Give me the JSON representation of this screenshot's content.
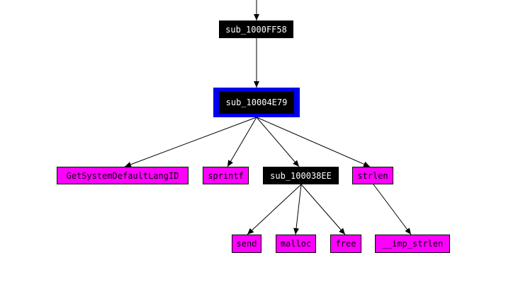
{
  "graph": {
    "colors": {
      "internal_bg": "#000000",
      "internal_text": "#ffffff",
      "import_bg": "#ff00ff",
      "import_text": "#000000",
      "selected_frame": "#0000ee",
      "edge": "#000000"
    },
    "nodes": {
      "sub_1000FF58": {
        "label": "sub_1000FF58",
        "kind": "internal"
      },
      "sub_10004E79": {
        "label": "sub_10004E79",
        "kind": "internal",
        "selected": true
      },
      "GetSystemDefaultLangID": {
        "label": "GetSystemDefaultLangID",
        "kind": "import"
      },
      "sprintf": {
        "label": "sprintf",
        "kind": "import"
      },
      "sub_100038EE": {
        "label": "sub_100038EE",
        "kind": "internal"
      },
      "strlen": {
        "label": "strlen",
        "kind": "import"
      },
      "send": {
        "label": "send",
        "kind": "import"
      },
      "malloc": {
        "label": "malloc",
        "kind": "import"
      },
      "free": {
        "label": "free",
        "kind": "import"
      },
      "__imp_strlen": {
        "label": "__imp_strlen",
        "kind": "import"
      }
    },
    "edges": [
      {
        "from": "offscreen-parent",
        "to": "sub_1000FF58"
      },
      {
        "from": "sub_1000FF58",
        "to": "sub_10004E79"
      },
      {
        "from": "sub_10004E79",
        "to": "GetSystemDefaultLangID"
      },
      {
        "from": "sub_10004E79",
        "to": "sprintf"
      },
      {
        "from": "sub_10004E79",
        "to": "sub_100038EE"
      },
      {
        "from": "sub_10004E79",
        "to": "strlen"
      },
      {
        "from": "sub_100038EE",
        "to": "send"
      },
      {
        "from": "sub_100038EE",
        "to": "malloc"
      },
      {
        "from": "sub_100038EE",
        "to": "free"
      },
      {
        "from": "strlen",
        "to": "__imp_strlen"
      }
    ]
  }
}
